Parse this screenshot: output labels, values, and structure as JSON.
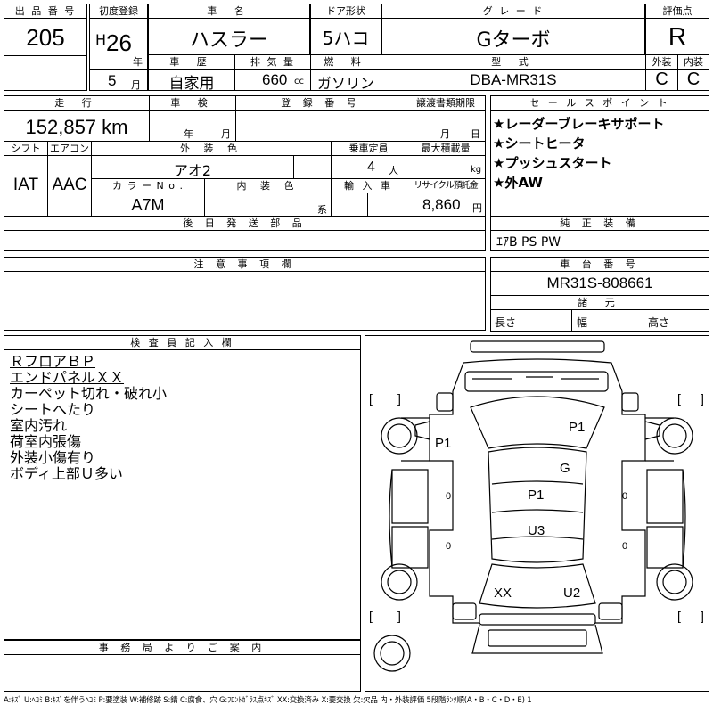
{
  "header": {
    "lot_no_label": "出 品 番 号",
    "lot_no": "205",
    "first_reg_label": "初度登録",
    "era": "H",
    "year": "26",
    "year_unit": "年",
    "month": "5",
    "month_unit": "月",
    "car_name_label": "車 名",
    "car_name": "ハスラー",
    "door_label": "ドア形状",
    "door": "5ハコ",
    "grade_label": "グ レ ー ド",
    "grade": "Gターボ",
    "score_label": "評価点",
    "score": "R",
    "history_label": "車 歴",
    "history": "自家用",
    "displacement_label": "排 気 量",
    "displacement": "660",
    "displacement_unit": "cc",
    "fuel_label": "燃 料",
    "fuel": "ガソリン",
    "model_label": "型 式",
    "model": "DBA-MR31S",
    "ext_label": "外装",
    "ext_grade": "C",
    "int_label": "内装",
    "int_grade": "C"
  },
  "row2": {
    "mileage_label": "走 行",
    "mileage": "152,857 km",
    "inspection_label": "車 検",
    "inspection_year_unit": "年",
    "inspection_month_unit": "月",
    "reg_no_label": "登 録 番 号",
    "transfer_label": "譲渡書類期限",
    "transfer_month_unit": "月",
    "transfer_day_unit": "日"
  },
  "row3": {
    "shift_label": "シフト",
    "shift": "IAT",
    "ac_label": "エアコン",
    "ac": "AAC",
    "ext_color_label": "外 装 色",
    "ext_color": "アオ2",
    "capacity_label": "乗車定員",
    "capacity": "4",
    "capacity_unit": "人",
    "load_label": "最大積載量",
    "load_unit": "kg",
    "color_no_label": "カ ラ ー N o .",
    "color_no": "A7M",
    "int_color_label": "内 装 色",
    "int_color_unit": "系",
    "import_label": "輸 入 車",
    "recycle_label": "リサイクル預託金",
    "recycle": "8,860",
    "recycle_unit": "円"
  },
  "parts_label": "後 日 発 送 部 品",
  "notes_label": "注 意 事 項 欄",
  "sales_points": {
    "label": "セ ー ル ス ポ イ ン ト",
    "items": [
      "★レーダーブレーキサポート",
      "★シートヒータ",
      "★プッシュスタート",
      "★外AW"
    ]
  },
  "equipment": {
    "label": "純 正 装 備",
    "value": "ｴｱB PS PW"
  },
  "chassis": {
    "label": "車 台 番 号",
    "value": "MR31S-808661"
  },
  "specs": {
    "label": "諸 元",
    "length": "長さ",
    "width": "幅",
    "height": "高さ"
  },
  "inspector": {
    "label": "検 査 員 記 入 欄",
    "lines": [
      "ＲフロアＢＰ",
      "エンドパネルＸＸ",
      "カーペット切れ・破れ小",
      "シートへたり",
      "室内汚れ",
      "荷室内張傷",
      "外装小傷有り",
      "ボディ上部Ｕ多い"
    ]
  },
  "office_label": "事 務 局 よ り ご 案 内",
  "diagram": {
    "labels": {
      "p1_left": "P1",
      "p1_right": "P1",
      "g": "G",
      "p1_center": "P1",
      "u3": "U3",
      "xx": "XX",
      "u2": "U2",
      "zero_l1": "0",
      "zero_l2": "0",
      "zero_r1": "0",
      "zero_r2": "0",
      "bracket_l1": "[",
      "bracket_r1": "]",
      "bracket_l2": "[",
      "bracket_r2": "]",
      "bracket_l3": "[",
      "bracket_r3": "]",
      "bracket_l4": "[",
      "bracket_r4": "]"
    }
  },
  "legend": "A:ｷｽﾞ U:ﾍｺﾐ B:ｷｽﾞを伴うﾍｺﾐ P:要塗装 W:補修跡 S:錆 C:腐食、穴 G:ﾌﾛﾝﾄｶﾞﾗｽ点ｷｽﾞ XX:交換済み X:要交換 欠:欠品 内・外装評価 5段階ﾗﾝｸ順(A・B・C・D・E) 1"
}
